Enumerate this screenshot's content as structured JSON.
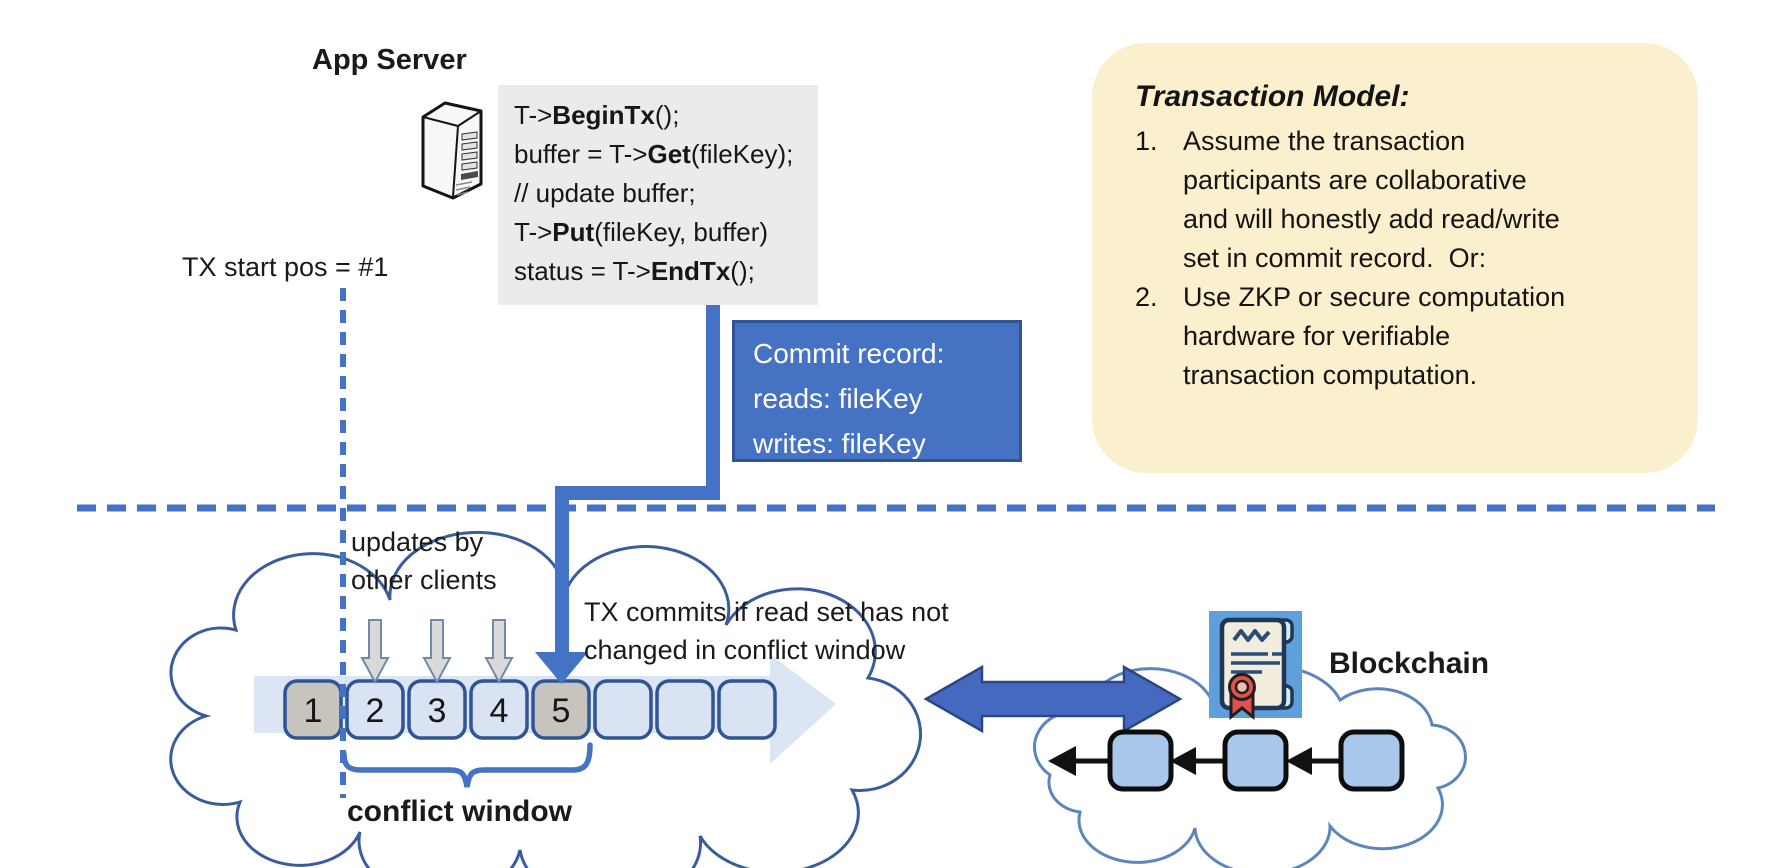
{
  "app_server": {
    "title": "App Server"
  },
  "tx_start_label": "TX start pos = #1",
  "code_block": {
    "lines": [
      [
        {
          "t": "T->"
        },
        {
          "t": "BeginTx",
          "b": 1
        },
        {
          "t": "();"
        }
      ],
      [
        {
          "t": "buffer = T->"
        },
        {
          "t": "Get",
          "b": 1
        },
        {
          "t": "(fileKey);"
        }
      ],
      [
        {
          "t": "// update buffer;"
        }
      ],
      [
        {
          "t": "T->"
        },
        {
          "t": "Put",
          "b": 1
        },
        {
          "t": "(fileKey, buffer)"
        }
      ],
      [
        {
          "t": "status = T->"
        },
        {
          "t": "EndTx",
          "b": 1
        },
        {
          "t": "();"
        }
      ]
    ]
  },
  "commit_record": {
    "lines": [
      "Commit record:",
      "reads: fileKey",
      "writes: fileKey"
    ]
  },
  "transaction_model": {
    "title": "Transaction Model:",
    "items": [
      {
        "num": "1.",
        "lines": [
          "Assume the transaction",
          "participants are collaborative",
          "and will honestly add read/write",
          "set in commit record.  Or:"
        ]
      },
      {
        "num": "2.",
        "lines": [
          "Use ZKP or secure computation",
          "hardware for verifiable",
          "transaction computation."
        ]
      }
    ]
  },
  "updates_label": {
    "lines": [
      "updates by",
      "other clients"
    ]
  },
  "tx_commits_label": {
    "lines": [
      "TX commits if read set has not",
      "changed in conflict window"
    ]
  },
  "conflict_window_label": "conflict window",
  "timeline": {
    "boxes": [
      {
        "n": "1",
        "gray": true
      },
      {
        "n": "2",
        "gray": false
      },
      {
        "n": "3",
        "gray": false
      },
      {
        "n": "4",
        "gray": false
      },
      {
        "n": "5",
        "gray": true
      },
      {
        "n": "",
        "gray": false
      },
      {
        "n": "",
        "gray": false
      },
      {
        "n": "",
        "gray": false
      }
    ]
  },
  "blockchain": {
    "label": "Blockchain",
    "blocks": 3
  },
  "colors": {
    "accent_blue": "#4472C4",
    "box_border": "#2F5597",
    "gray_fill": "#C7C4BE",
    "light_blue_fill": "#D9E3F3",
    "band": "#DBE5F4",
    "note_bg": "#FAF0CE",
    "code_bg": "#EBEBEB",
    "commit_bg": "#4672C4",
    "cloud_left_stroke": "#3A5C9C",
    "cloud_right_stroke": "#5C85BC",
    "block_fill": "#A9C7EA",
    "cert_bg": "#5FA0DC",
    "cert_red": "#E0514E",
    "update_arrow_fill": "#D9D9D9",
    "update_arrow_stroke": "#7488A8"
  }
}
